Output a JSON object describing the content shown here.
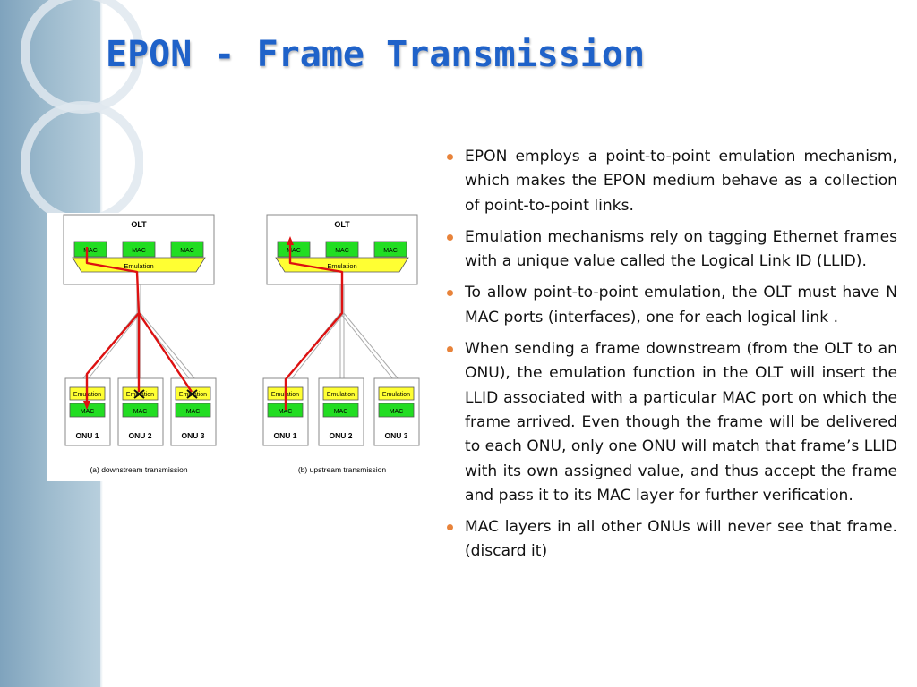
{
  "slide": {
    "title": "EPON - Frame Transmission",
    "accent_color": "#1f62c9",
    "bullet_color": "#e8833a"
  },
  "figure": {
    "panels": [
      {
        "olt_label": "OLT",
        "mac_labels": [
          "MAC",
          "MAC",
          "MAC"
        ],
        "emulation_label": "Emulation",
        "onus": [
          {
            "emulation_label": "Emulation",
            "mac_label": "MAC",
            "name": "ONU 1"
          },
          {
            "emulation_label": "Emulation",
            "mac_label": "MAC",
            "name": "ONU 2"
          },
          {
            "emulation_label": "Emulation",
            "mac_label": "MAC",
            "name": "ONU 3"
          }
        ],
        "caption": "(a) downstream transmission"
      },
      {
        "olt_label": "OLT",
        "mac_labels": [
          "MAC",
          "MAC",
          "MAC"
        ],
        "emulation_label": "Emulation",
        "onus": [
          {
            "emulation_label": "Emulation",
            "mac_label": "MAC",
            "name": "ONU 1"
          },
          {
            "emulation_label": "Emulation",
            "mac_label": "MAC",
            "name": "ONU 2"
          },
          {
            "emulation_label": "Emulation",
            "mac_label": "MAC",
            "name": "ONU 3"
          }
        ],
        "caption": "(b) upstream transmission"
      }
    ],
    "colors": {
      "mac_fill": "#22dd22",
      "emulation_fill": "#ffff33",
      "frame_path": "#dd1111"
    }
  },
  "bullets": [
    "EPON employs a point-to-point emulation mechanism, which makes the EPON medium behave as a collection of point-to-point links.",
    "Emulation mechanisms rely on tagging Ethernet frames with a unique value called the Logical Link ID (LLID).",
    "To allow point-to-point emulation, the OLT must have N MAC ports (interfaces), one for each logical link .",
    " When sending a frame downstream (from the OLT to an ONU), the emulation function in the OLT will insert the LLID associated with a particular MAC port on which the frame arrived. Even though the frame will be delivered to each ONU, only one ONU will match that frame’s LLID with its own assigned value, and thus accept the frame and pass it to its MAC layer for further verification.",
    "MAC layers in all other ONUs will never see that frame. (discard it)"
  ]
}
